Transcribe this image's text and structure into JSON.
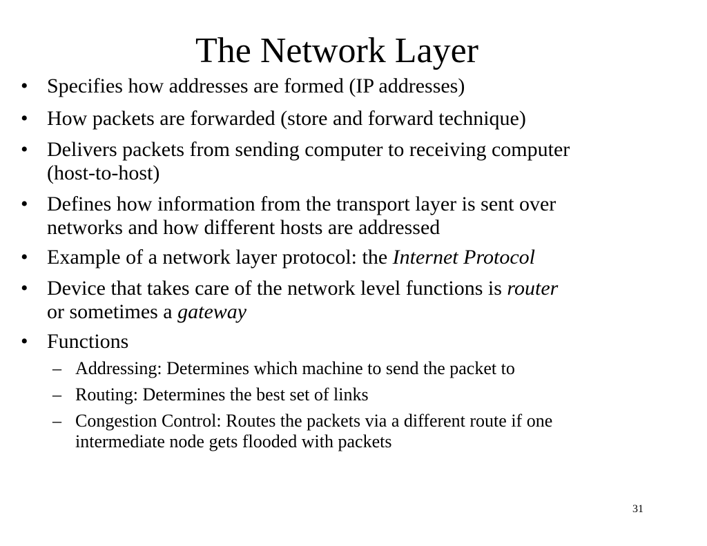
{
  "slide": {
    "title": "The Network Layer",
    "bullets": [
      {
        "lines": [
          [
            "Specifies how addresses are formed (IP addresses)",
            ""
          ]
        ]
      },
      {
        "lines": [
          [
            "How packets are forwarded (store and forward technique)",
            ""
          ]
        ]
      },
      {
        "lines": [
          [
            "Delivers packets from sending computer to receiving computer",
            ""
          ],
          [
            "(host-to-host)",
            ""
          ]
        ]
      },
      {
        "lines": [
          [
            "Defines how information from the transport layer is sent over",
            ""
          ],
          [
            "networks and how different hosts are addressed",
            ""
          ]
        ]
      },
      {
        "line1_plain": "Example of a network layer protocol: the ",
        "line1_italic": "Internet Protocol"
      },
      {
        "line1_plain": "Device that takes care of the network level functions is ",
        "line1_italic": "router",
        "line2_plain": "or sometimes a ",
        "line2_italic": "gateway"
      },
      {
        "text": "Functions"
      }
    ],
    "sub_bullets": [
      {
        "text": "Addressing: Determines which machine to send the packet to"
      },
      {
        "text": "Routing: Determines the best set of links"
      },
      {
        "line1": "Congestion Control: Routes the packets via a different route if one",
        "line2": "intermediate node gets flooded with packets"
      }
    ],
    "bullet_symbol": "•",
    "dash_symbol": "–",
    "page_number": "31"
  }
}
